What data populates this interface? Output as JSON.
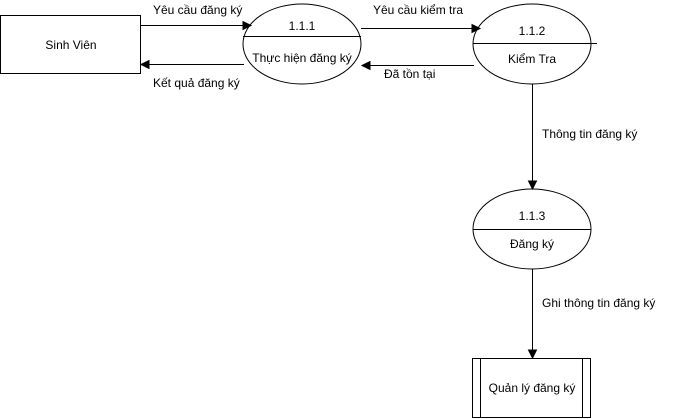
{
  "external_entity": {
    "label": "Sinh Viên"
  },
  "processes": [
    {
      "id": "1.1.1",
      "name": "Thực hiện đăng ký"
    },
    {
      "id": "1.1.2",
      "name": "Kiểm Tra"
    },
    {
      "id": "1.1.3",
      "name": "Đăng ký"
    }
  ],
  "data_store": {
    "label": "Quản lý đăng ký"
  },
  "flows": {
    "registration_request": "Yêu cầu đăng ký",
    "registration_result": "Kết quả đăng ký",
    "check_request": "Yêu cầu kiểm tra",
    "already_exists": "Đã tồn tại",
    "registration_info": "Thông tin đăng ký",
    "write_registration_info": "Ghi thông tin đăng ký"
  },
  "colors": {
    "stroke": "#000000",
    "background": "#ffffff"
  }
}
